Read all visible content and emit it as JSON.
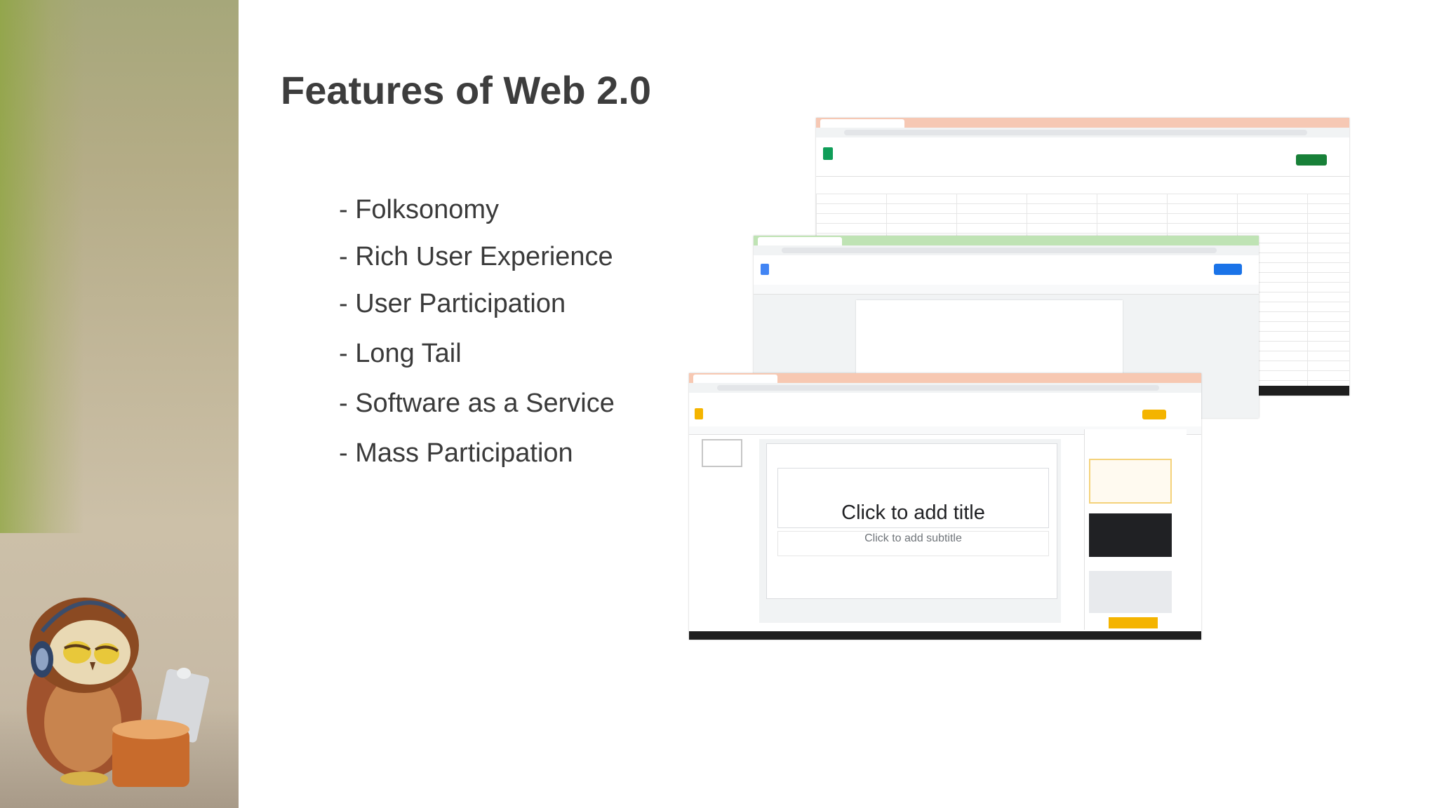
{
  "slide": {
    "title": "Features of Web 2.0",
    "bullets": [
      "- Folksonomy",
      "- Rich User Experience",
      "- User Participation",
      "- Long Tail",
      "- Software as a Service",
      "- Mass Participation"
    ]
  },
  "screenshots": {
    "slides_app": {
      "title_placeholder": "Click to add title",
      "subtitle_placeholder": "Click to add subtitle"
    }
  },
  "colors": {
    "title": "#3d3d3d",
    "bullet_text": "#3a3a3a",
    "sheets_tab": "#f6c8b4",
    "docs_tab": "#bfe3b4",
    "slides_tab": "#f7c8b2",
    "slides_accent": "#f4b400",
    "sheets_accent": "#0f9d58",
    "docs_accent": "#4285f4"
  },
  "images": {
    "side_photo": "owl figurine with headphones and laptop"
  }
}
